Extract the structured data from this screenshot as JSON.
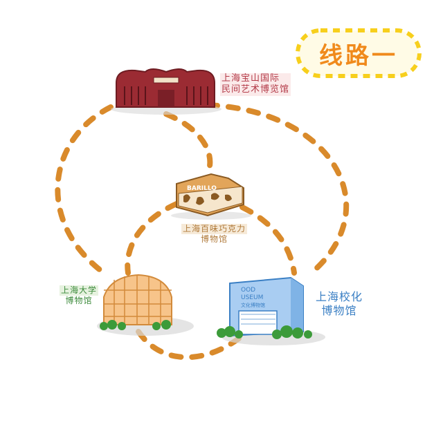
{
  "route": {
    "title": "线路一"
  },
  "museums": [
    {
      "lines": [
        "上海宝山国际",
        "民间艺术博览馆"
      ]
    },
    {
      "lines": [
        "上海百味巧克力",
        "博物馆"
      ],
      "sign": "BARILLO"
    },
    {
      "lines": [
        "上海大学",
        "博物馆"
      ]
    },
    {
      "lines": [
        "上海校化",
        "博物馆"
      ],
      "sign_lines": [
        "OOD",
        "USEUM",
        "文化博物馆"
      ]
    }
  ],
  "colors": {
    "path": "#d98a2b",
    "title_text": "#f08a1c",
    "title_border": "#f7cf1c",
    "baoshan": "#b33a48",
    "barilla": "#b07a3a",
    "shu": "#3b8a3a",
    "jiaohua": "#3a7fc4"
  }
}
